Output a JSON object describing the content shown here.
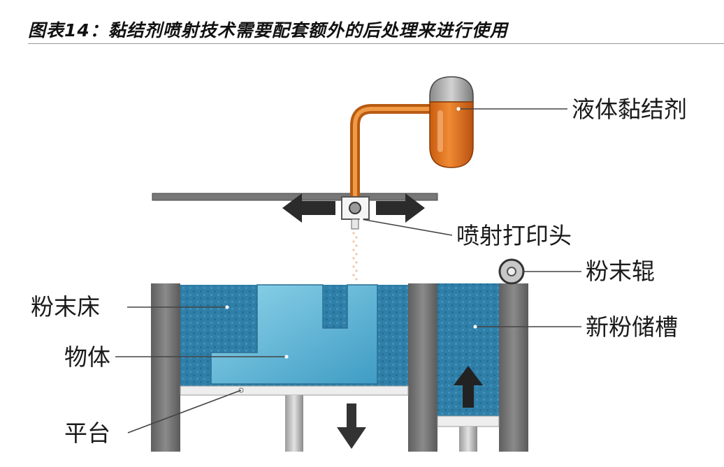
{
  "figure": {
    "title": "图表14：黏结剂喷射技术需要配套额外的后处理来进行使用"
  },
  "labels": {
    "liquid_binder": "液体黏结剂",
    "print_head": "喷射打印头",
    "powder_roller": "粉末辊",
    "powder_bed": "粉末床",
    "new_powder_tank": "新粉储槽",
    "object": "物体",
    "platform": "平台"
  },
  "colors": {
    "powder_blue": "#2f7fa8",
    "object_blue": "#6cc3e0",
    "wall_gray": "#707070",
    "binder_orange": "#e0731e",
    "arrow_dark": "#333333"
  }
}
